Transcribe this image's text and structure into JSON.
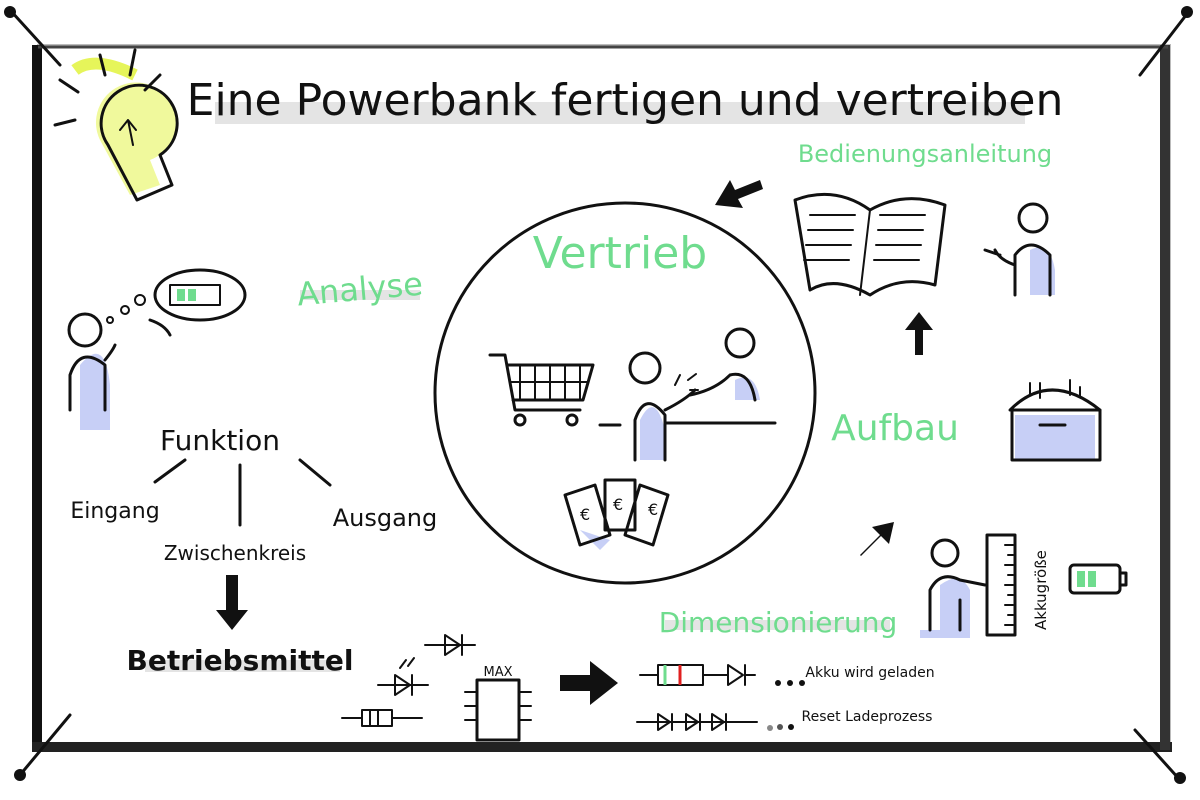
{
  "title": "Eine Powerbank fertigen und vertreiben",
  "labels": {
    "bedienungsanleitung": "Bedienungsanleitung",
    "vertrieb": "Vertrieb",
    "analyse": "Analyse",
    "aufbau": "Aufbau",
    "dimensionierung": "Dimensionierung",
    "funktion": "Funktion",
    "eingang": "Eingang",
    "zwischenkreis": "Zwischenkreis",
    "ausgang": "Ausgang",
    "betriebsmittel": "Betriebsmittel",
    "max_chip": "MAX",
    "akku_geladen": "Akku wird geladen",
    "reset": "Reset Ladeprozess",
    "akkugroesse": "Akkugröße"
  },
  "colors": {
    "accent_green": "#6fdc8e",
    "lilac": "#c7cff6",
    "bulb_yellow": "#e6f55a",
    "ink": "#111111"
  }
}
